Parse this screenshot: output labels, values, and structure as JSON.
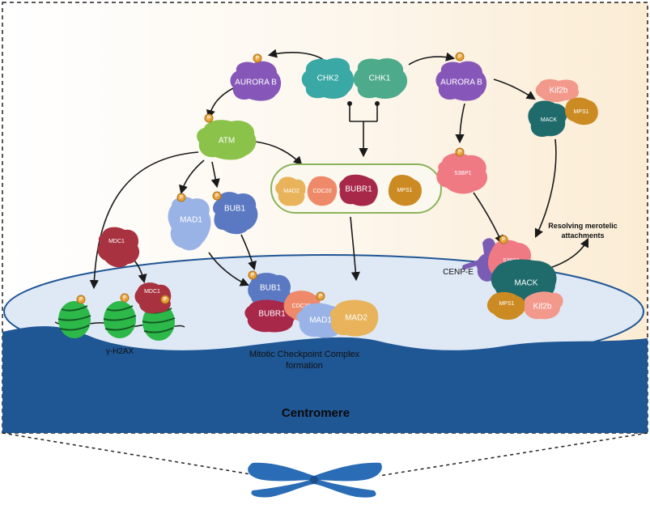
{
  "diagram": {
    "proteins": {
      "chk2": "CHK2",
      "chk1": "CHK1",
      "aurora_b_left": "AURORA B",
      "aurora_b_right": "AURORA B",
      "atm": "ATM",
      "mad1_free": "MAD1",
      "bub1_free": "BUB1",
      "mdc1_free": "MDC1",
      "mdc1_chromatin": "MDC1",
      "mad2_box": "MAD2",
      "cdc20_box": "CDC20",
      "bubr1_box": "BUBR1",
      "mps1_box": "MPS1",
      "kif2b_top": "Kif2b",
      "mack_top": "MACK",
      "mps1_top": "MPS1",
      "p53bp1_free": "53BP1",
      "p53bp1_complex": "53BP1",
      "mack_complex": "MACK",
      "mps1_complex": "MPS1",
      "kif2b_complex": "Kif2b",
      "cenpe": "CENP-E",
      "mcc_bub1": "BUB1",
      "mcc_bubr1": "BUBR1",
      "mcc_cdc20": "CDC20",
      "mcc_mad1": "MAD1",
      "mcc_mad2": "MAD2"
    },
    "phospho": "P",
    "gamma_h2ax": "γ-H2AX",
    "mcc_line1": "Mitotic Checkpoint Complex",
    "mcc_line2": "formation",
    "resolving_line1": "Resolving merotelic",
    "resolving_line2": "attachments",
    "centromere": "Centromere"
  },
  "colors": {
    "background_top": "#fdf3e4",
    "nucleus_fill": "#dfe9f6",
    "centromere": "#1f5694",
    "chromosome": "#2a6cb5",
    "aurora": "#8657b8",
    "chk2": "#3aa8a5",
    "chk1": "#4daa8a",
    "atm": "#8bc34a",
    "mad1": "#9ab3e6",
    "bub1": "#5b79c2",
    "mdc1": "#a8323f",
    "bubr1": "#a8284a",
    "mad2": "#e8b35a",
    "cdc20": "#ee8a6a",
    "mps1": "#cc8a22",
    "kif2b": "#f2998c",
    "mack": "#1f6b6b",
    "p53bp1": "#ef7a84",
    "cenpe": "#7a5cb5",
    "nucleosome": "#2db84a",
    "phospho": "#e8a33a"
  }
}
